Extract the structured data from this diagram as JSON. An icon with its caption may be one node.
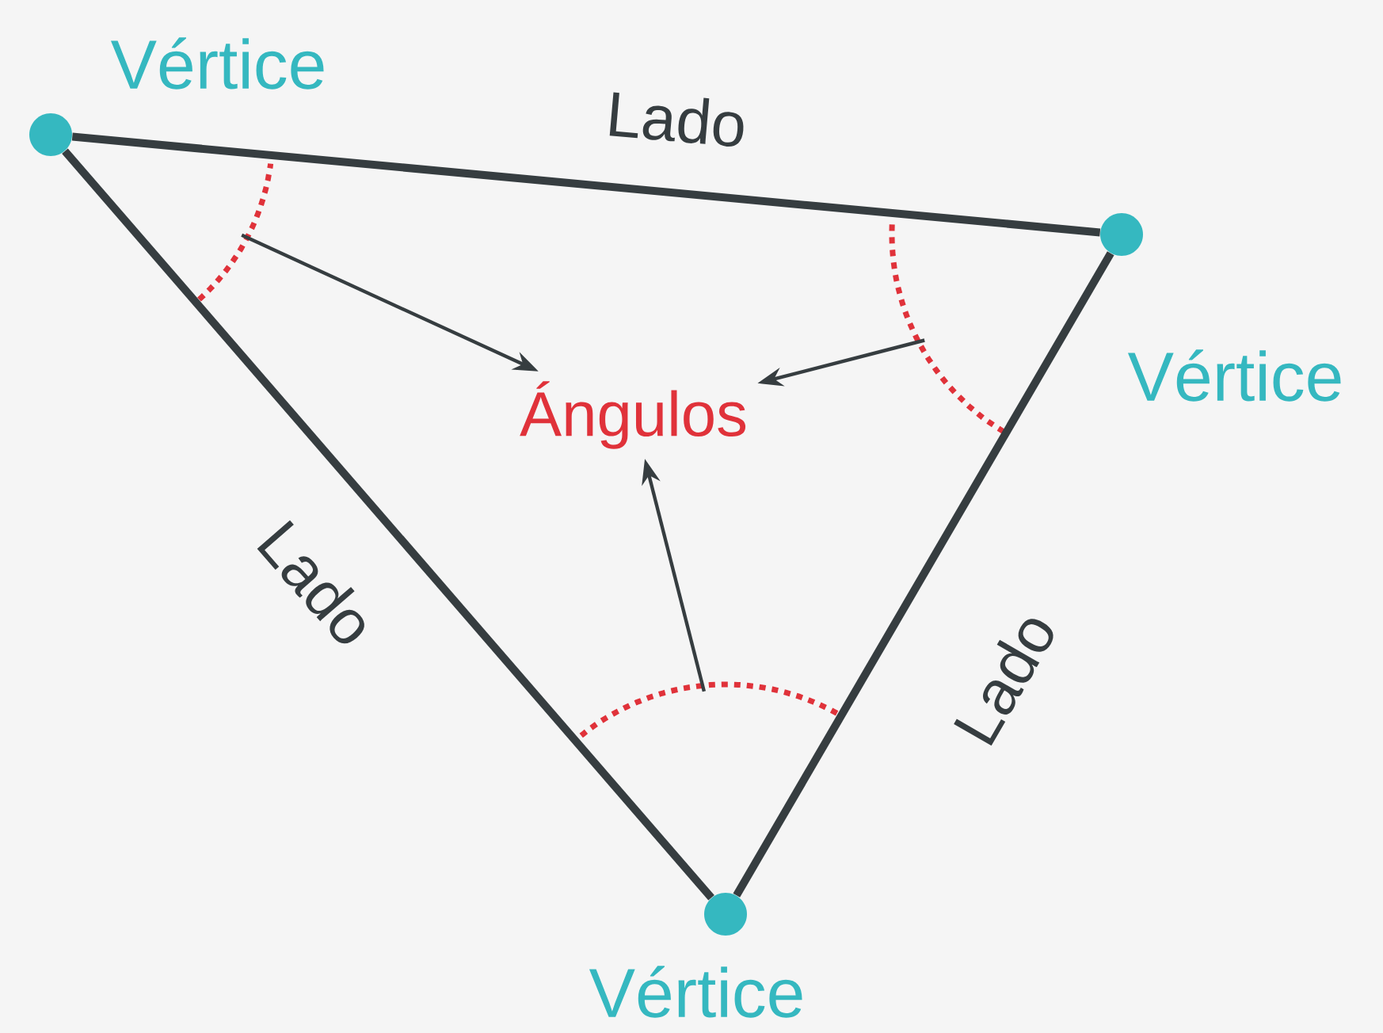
{
  "diagram": {
    "nodes": [
      {
        "text": [],
        "shape": "circle",
        "beside": [
          "Vértice"
        ]
      },
      {
        "text": [],
        "shape": "circle",
        "beside": [
          "Vértice"
        ]
      },
      {
        "text": [],
        "shape": "circle",
        "beside": [
          "Vértice"
        ]
      },
      {
        "text": [
          "Ángulos"
        ]
      },
      {
        "text": [],
        "shape": "arc"
      },
      {
        "text": [],
        "shape": "arc"
      },
      {
        "text": [],
        "shape": "arc"
      }
    ],
    "edges": [
      {
        "from": 0,
        "to": 1,
        "arrow": "none",
        "label": "Lado",
        "style": "thick"
      },
      {
        "from": 0,
        "to": 2,
        "arrow": "none",
        "label": "Lado",
        "style": "thick"
      },
      {
        "from": 1,
        "to": 2,
        "arrow": "none",
        "label": "Lado",
        "style": "thick"
      },
      {
        "from": 4,
        "to": 3,
        "arrow": "to"
      },
      {
        "from": 5,
        "to": 3,
        "arrow": "to"
      },
      {
        "from": 6,
        "to": 3,
        "arrow": "to"
      }
    ]
  }
}
